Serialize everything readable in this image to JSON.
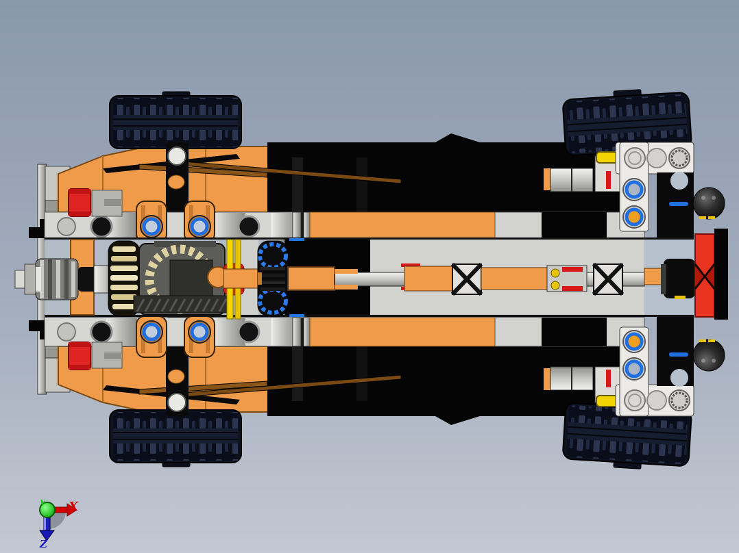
{
  "scene": {
    "description": "CAD viewport showing the top view of a LEGO Technic wheeled vehicle chassis",
    "background": {
      "top": "#8a98ac",
      "bottom": "#c3c8d2"
    }
  },
  "axis_triad": {
    "x_label": "X",
    "y_label": "y",
    "z_label": "Z",
    "x_color": "#cc0000",
    "y_color": "#00c800",
    "z_color": "#1818c8",
    "origin_color": "#22dd22",
    "shadow_color": "#8d939e"
  },
  "palette": {
    "tire": "#0e1322",
    "tire_tread": "#2c3550",
    "tire_band": "#161d30",
    "orange_panel": "#ef9b4a",
    "orange_dark": "#c87a30",
    "orange_edge": "#8a5518",
    "black_body": "#050505",
    "beam_gray": "#d6d6d3",
    "beam_white": "#eceae7",
    "plate_gray": "#d2d2cf",
    "silver": "#b9b9b6",
    "frame_blue_gray": "#b3bbc6",
    "gear_tan": "#e6dcae",
    "red_bushing": "#e02424",
    "yellow_axle": "#f2d500",
    "blue_pin": "#1f6fe0",
    "blue_gear": "#2b7bf0",
    "ball_black": "#2c2c2c"
  },
  "parts": {
    "wheels": {
      "count": 4,
      "tire_color": "#0e1322",
      "positions": [
        "front-left",
        "front-right",
        "rear-left",
        "rear-right"
      ]
    },
    "front_differential": {
      "gear_color": "#e6dcae",
      "housing_color": "#5c5c58"
    },
    "knob_gear_pto": {
      "color": "#9c9c99"
    },
    "drive_shaft": {
      "colors": [
        "#b9b9b6",
        "#ef9b4a"
      ]
    },
    "axle_connectors": {
      "count": 2,
      "color": "#e2e0dd"
    },
    "rear_cross_block": {
      "color": "#e83420"
    },
    "tow_balls": {
      "count": 2,
      "color": "#2c2c2c"
    },
    "steering_pins": {
      "ring_color": "#1f6fe0",
      "centers": [
        "#c2ccda",
        "#f0a020"
      ]
    },
    "red_bushings": {
      "count": 2,
      "color": "#e02424"
    },
    "yellow_bushings": {
      "count": 2,
      "color": "#f2d500"
    },
    "blue_gear_wheel": {
      "color": "#2b7bf0"
    }
  }
}
